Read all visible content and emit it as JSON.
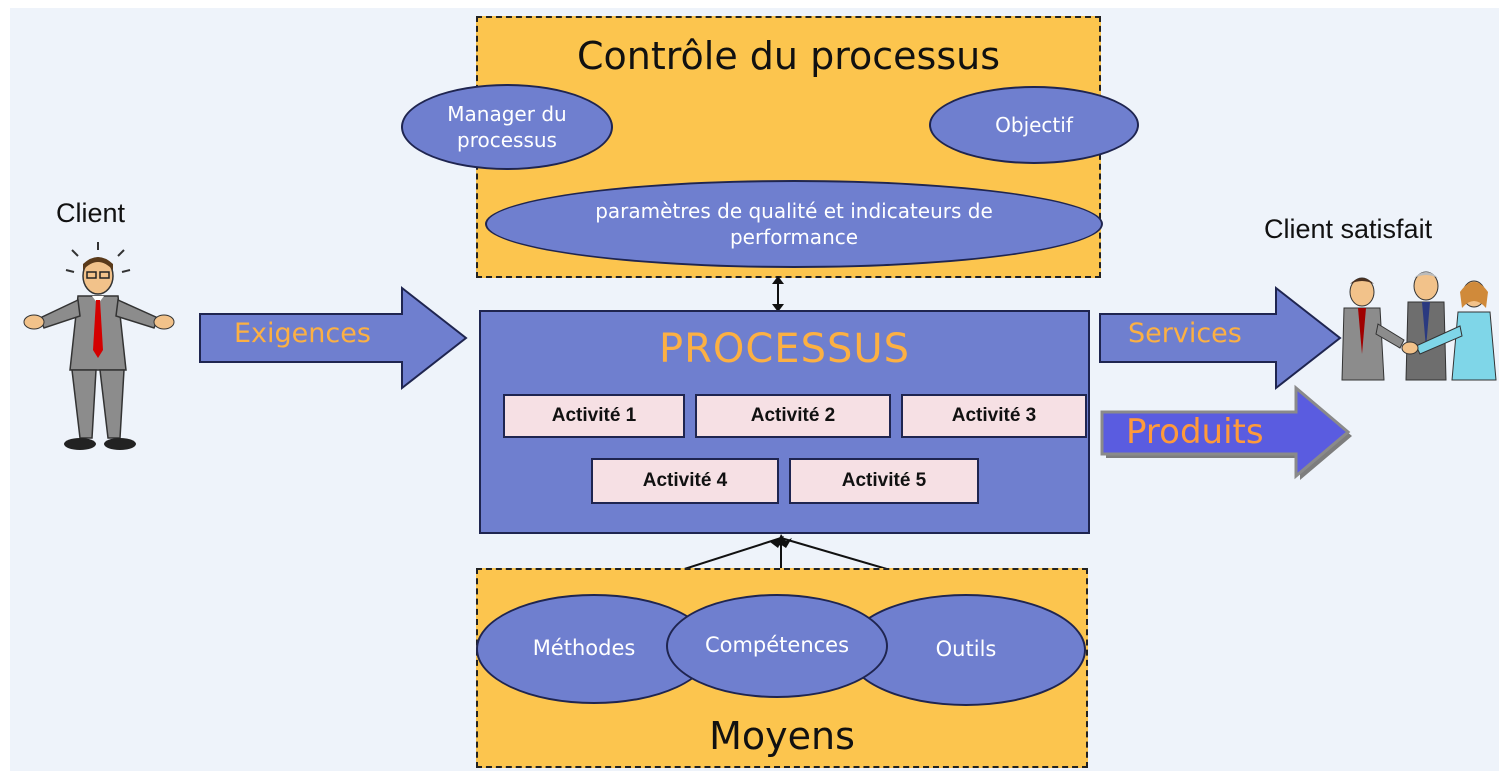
{
  "control": {
    "title": "Contrôle du processus",
    "manager": "Manager du processus",
    "objectif": "Objectif",
    "parametres": "paramètres de qualité et indicateurs de performance"
  },
  "client": {
    "label": "Client"
  },
  "client_satisfait": {
    "label": "Client satisfait"
  },
  "inputs": {
    "exigences": "Exigences"
  },
  "outputs": {
    "services": "Services",
    "produits": "Produits"
  },
  "process": {
    "title": "PROCESSUS",
    "activities": [
      "Activité 1",
      "Activité 2",
      "Activité 3",
      "Activité 4",
      "Activité 5"
    ]
  },
  "moyens": {
    "title": "Moyens",
    "methodes": "Méthodes",
    "competences": "Compétences",
    "outils": "Outils"
  },
  "colors": {
    "box_fill": "#fcc54e",
    "shape_fill": "#6f7fcf",
    "accent_text": "#fcb043",
    "activity_fill": "#f6e0e4",
    "produits_arrow": "#5a5ce0"
  }
}
